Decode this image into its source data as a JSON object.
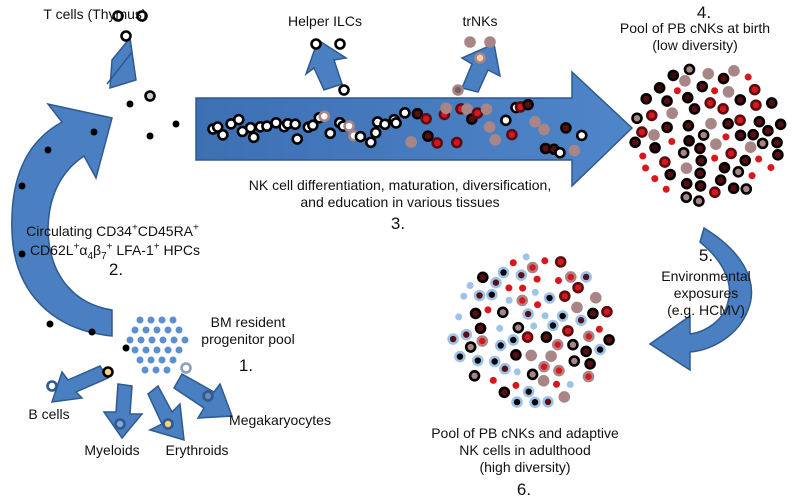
{
  "labels": {
    "t_cells": "T cells (Thymus)",
    "helper_ilcs": "Helper ILCs",
    "trnks": "trNKs",
    "pool_birth_line1": "Pool of PB cNKs at birth",
    "pool_birth_line2": "(low diversity)",
    "differentiation_line1": "NK cell differentiation, maturation, diversification,",
    "differentiation_line2": "and education in various tissues",
    "hpc_line1_a": "Circulating CD34",
    "hpc_line1_sup1": "+",
    "hpc_line1_b": "CD45RA",
    "hpc_line1_sup2": "+",
    "hpc_line2_a": "CD62L",
    "hpc_line2_sup1": "+",
    "hpc_line2_alpha": "α",
    "hpc_line2_sub1": "4",
    "hpc_line2_beta": "β",
    "hpc_line2_sub2": "7",
    "hpc_line2_sup2": "+",
    "hpc_line2_b": " LFA-1",
    "hpc_line2_sup3": "+",
    "hpc_line2_c": " HPCs",
    "bm_line1": "BM resident",
    "bm_line2": "progenitor pool",
    "b_cells": "B cells",
    "myeloids": "Myeloids",
    "erythroids": "Erythroids",
    "megakaryocytes": "Megakaryocytes",
    "env_line1": "Environmental",
    "env_line2": "exposures",
    "env_line3": "(e.g. HCMV)",
    "adult_line1": "Pool of PB cNKs and adaptive",
    "adult_line2": "NK cells in adulthood",
    "adult_line3": "(high diversity)"
  },
  "steps": {
    "s1": "1.",
    "s2": "2.",
    "s3": "3.",
    "s4": "4.",
    "s5": "5.",
    "s6": "6."
  },
  "colors": {
    "arrow_fill": "#4a7fc1",
    "arrow_stroke": "#2e5a8f",
    "progenitor": "#5b8fd0",
    "dark_red": "#5a0e12",
    "red": "#d9161c",
    "rose": "#a88587",
    "light_blue": "#9ec3ea",
    "black": "#000000"
  }
}
